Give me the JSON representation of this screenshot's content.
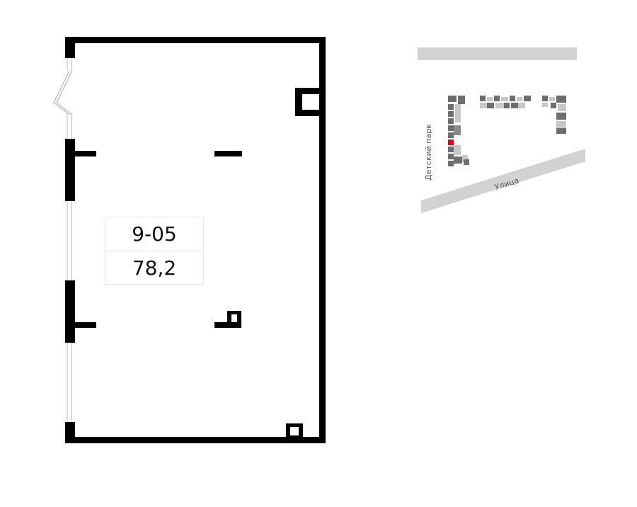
{
  "unit": {
    "number": "9-05",
    "area": "78,2"
  },
  "map": {
    "park_label": "Детский парк",
    "street_label": "Улица",
    "highlight_color": "#e30613",
    "building_color": "#6e6e6e",
    "road_color": "#d2d2d2"
  },
  "plan": {
    "wall_color": "#000000"
  }
}
